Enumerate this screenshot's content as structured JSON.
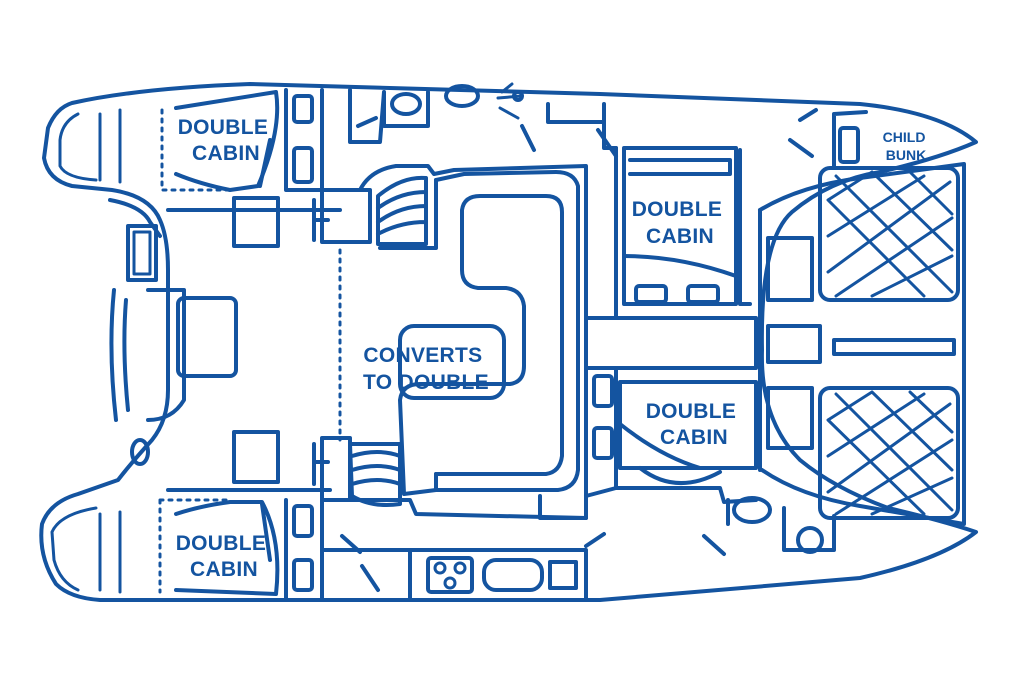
{
  "colors": {
    "line": "#1454a0",
    "background": "#ffffff"
  },
  "labels": {
    "port_aft_cabin": [
      "DOUBLE",
      "CABIN"
    ],
    "child_bunk": [
      "CHILD",
      "BUNK"
    ],
    "port_forward_cabin": [
      "DOUBLE",
      "CABIN"
    ],
    "saloon_dinette": [
      "CONVERTS",
      "TO DOUBLE"
    ],
    "starboard_forward_cabin": [
      "DOUBLE",
      "CABIN"
    ],
    "starboard_aft_cabin": [
      "DOUBLE",
      "CABIN"
    ]
  }
}
